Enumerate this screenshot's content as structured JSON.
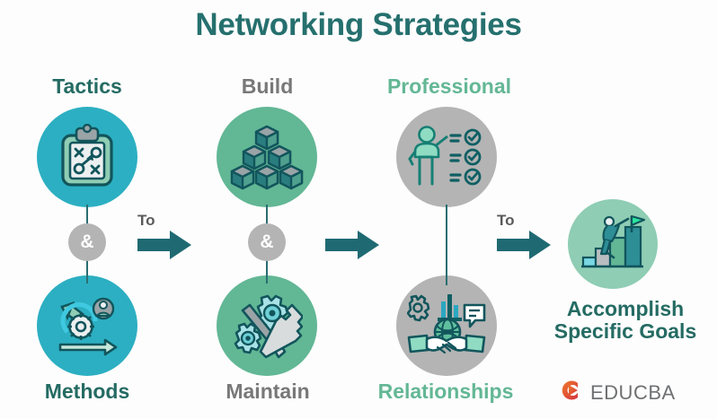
{
  "title": "Networking Strategies",
  "colors": {
    "title": "#25706e",
    "label_teal": "#246b63",
    "label_gray": "#787878",
    "label_green": "#63b795",
    "circle_cyan": "#2cafc2",
    "circle_green": "#62b795",
    "circle_gray": "#b4b4b4",
    "circle_light_green": "#8fcdb4",
    "arrow": "#1f6a72",
    "amp_circle": "#b4b4b4",
    "connector": "#2a6e72",
    "logo_red": "#d4333f",
    "logo_orange": "#ef7a2a",
    "logo_text": "#6f7072",
    "background": "#fdfdfd"
  },
  "columns": [
    {
      "id": "col-1",
      "top_label": "Tactics",
      "top_label_color": "teal",
      "top_icon": "strategy-clipboard-icon",
      "top_circle_color": "#2cafc2",
      "connector_symbol": "&",
      "bottom_label": "Methods",
      "bottom_label_color": "teal",
      "bottom_icon": "process-gear-arrow-icon",
      "bottom_circle_color": "#2cafc2"
    },
    {
      "id": "col-2",
      "top_label": "Build",
      "top_label_color": "gray",
      "top_icon": "stacked-blocks-icon",
      "top_circle_color": "#62b795",
      "connector_symbol": "&",
      "bottom_label": "Maintain",
      "bottom_label_color": "gray",
      "bottom_icon": "gears-wrench-icon",
      "bottom_circle_color": "#62b795"
    },
    {
      "id": "col-3",
      "top_label": "Professional",
      "top_label_color": "green",
      "top_icon": "person-checklist-icon",
      "top_circle_color": "#b4b4b4",
      "connector_symbol": "",
      "bottom_label": "Relationships",
      "bottom_label_color": "green",
      "bottom_icon": "handshake-globe-icon",
      "bottom_circle_color": "#b4b4b4"
    }
  ],
  "result": {
    "label_line1": "Accomplish",
    "label_line2": "Specific Goals",
    "label_color": "teal",
    "icon": "climb-stairs-flag-icon",
    "circle_color": "#8fcdb4"
  },
  "arrows": [
    {
      "id": "arrow-1",
      "to_label": "To"
    },
    {
      "id": "arrow-2",
      "to_label": ""
    },
    {
      "id": "arrow-3",
      "to_label": "To"
    }
  ],
  "logo": {
    "text": "EDUCBA",
    "icon": "educba-play-circle-icon"
  }
}
